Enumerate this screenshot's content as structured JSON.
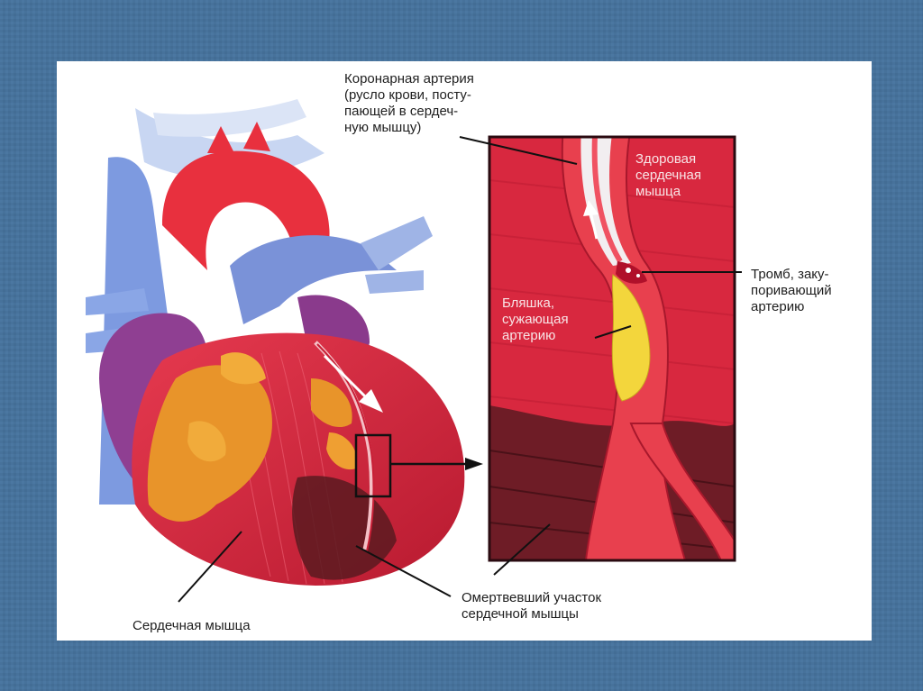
{
  "colors": {
    "slide_background": "#47729b",
    "card": "#ffffff",
    "muscle": "#d8283f",
    "muscle_dark": "#a8182c",
    "artery_red": "#e8303e",
    "vein_blue": "#6f8fd8",
    "purple": "#8a3a8c",
    "fat_orange": "#e8942a",
    "plaque_yellow": "#f3d63c",
    "necrotic": "#5a1a20"
  },
  "labels": {
    "coronary_artery": "Коронарная артерия\n(русло крови, посту-\nпающей в сердеч-\nную мышцу)",
    "healthy_muscle": "Здоровая\nсердечная\nмышца",
    "thrombus": "Тромб, заку-\nпоривающий\nартерию",
    "plaque": "Бляшка,\nсужающая\nартерию",
    "dead_area": "Омертвевший участок\nсердечной мышцы",
    "heart_muscle": "Сердечная мышца"
  },
  "icons": [
    "heart-illustration",
    "artery-cross-section",
    "blood-flow-arrow",
    "zoom-arrow"
  ]
}
